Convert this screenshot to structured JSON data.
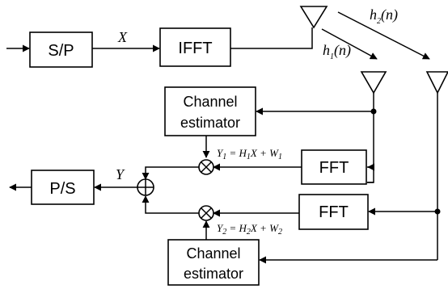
{
  "blocks": {
    "sp": "S/P",
    "ifft": "IFFT",
    "ps": "P/S",
    "fft_top": "FFT",
    "fft_bottom": "FFT",
    "channel_estimator_top": {
      "line1": "Channel",
      "line2": "estimator"
    },
    "channel_estimator_bottom": {
      "line1": "Channel",
      "line2": "estimator"
    }
  },
  "signals": {
    "x": "X",
    "y": "Y",
    "h1": {
      "base": "h",
      "sub": "1",
      "arg": "(n)"
    },
    "h2": {
      "base": "h",
      "sub": "2",
      "arg": "(n)"
    },
    "y1": {
      "lhs": "Y",
      "lhs_sub": "1",
      "eq": " = ",
      "h": "H",
      "h_sub": "1",
      "mid": "X + ",
      "w": "W",
      "w_sub": "1"
    },
    "y2": {
      "lhs": "Y",
      "lhs_sub": "2",
      "eq": " = ",
      "h": "H",
      "h_sub": "2",
      "mid": "X + ",
      "w": "W",
      "w_sub": "2"
    }
  },
  "colors": {
    "stroke": "#000000",
    "background": "#ffffff"
  }
}
